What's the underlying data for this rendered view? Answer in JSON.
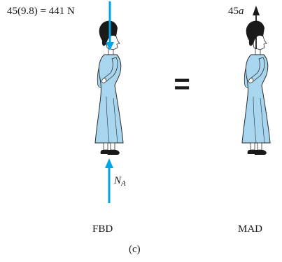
{
  "labels": {
    "weight_force": "45(9.8) = 441 N",
    "mass_accel_coef": "45",
    "mass_accel_var": "a",
    "normal_force_symbol": "N",
    "normal_force_subscript": "A",
    "equals": "=",
    "fbd_caption": "FBD",
    "mad_caption": "MAD",
    "part_label": "(c)"
  },
  "colors": {
    "force_arrow": "#00a6e4",
    "kinetic_arrow": "#1a1a1a",
    "dress": "#a9d6ef",
    "dress_outline": "#2b2b2b",
    "skin": "#ffffff",
    "hair": "#1a1a1a"
  }
}
